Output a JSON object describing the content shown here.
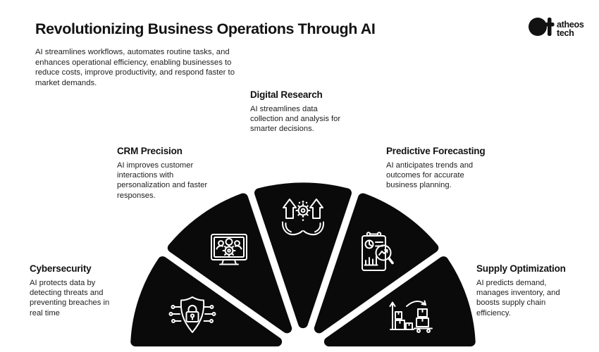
{
  "theme": {
    "background": "#ffffff",
    "wedge_color": "#0a0a0a",
    "icon_stroke": "#ffffff",
    "text_strong": "#121212",
    "text_body": "#212121"
  },
  "header": {
    "title": "Revolutionizing Business Operations Through AI",
    "intro": "AI streamlines workflows, automates routine tasks, and\nenhances operational efficiency, enabling businesses to\nreduce costs, improve productivity, and respond faster to\nmarket demands."
  },
  "brand": {
    "mark": "at-monogram",
    "line1": "atheos",
    "line2": "tech"
  },
  "sections": [
    {
      "id": "cybersecurity",
      "title": "Cybersecurity",
      "description": "AI protects data by\ndetecting threats and\npreventing breaches in\nreal time",
      "icon": "shield-lock-circuit"
    },
    {
      "id": "crm-precision",
      "title": "CRM Precision",
      "description": "AI improves customer\ninteractions with\npersonalization and faster\nresponses.",
      "icon": "monitor-team-gear"
    },
    {
      "id": "digital-research",
      "title": "Digital Research",
      "description": "AI streamlines data\ncollection and analysis for\nsmarter decisions.",
      "icon": "hands-holding-gear-growth"
    },
    {
      "id": "predictive-forecasting",
      "title": "Predictive Forecasting",
      "description": "AI anticipates trends and\noutcomes for accurate\nbusiness planning.",
      "icon": "report-magnifier-trend"
    },
    {
      "id": "supply-optimization",
      "title": "Supply Optimization",
      "description": "AI predicts demand,\nmanages inventory, and\nboosts supply chain\nefficiency.",
      "icon": "inventory-boxes-logistics"
    }
  ]
}
